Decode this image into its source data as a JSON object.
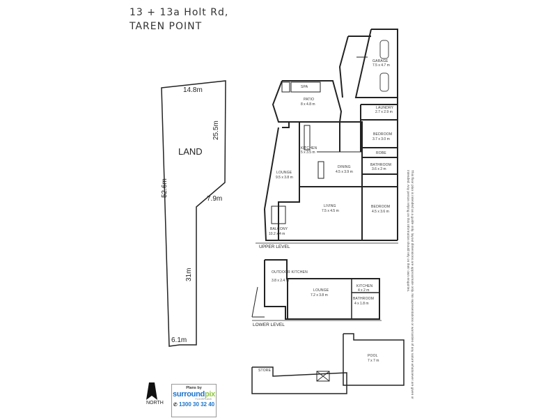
{
  "header": {
    "address_line1": "13 + 13a Holt Rd,",
    "address_line2": "TAREN POINT"
  },
  "land": {
    "label": "LAND",
    "dimensions": [
      "14.8m",
      "25.5m",
      "52.6m",
      "7.9m",
      "31m",
      "6.1m"
    ]
  },
  "upper_level": {
    "label": "UPPER LEVEL",
    "rooms": [
      {
        "name": "GARAGE",
        "size": "7.5 x 4.7 m"
      },
      {
        "name": "SPA",
        "size": ""
      },
      {
        "name": "PATIO",
        "size": "8 x 4.8 m"
      },
      {
        "name": "LAUNDRY",
        "size": "2.7 x 2.9 m"
      },
      {
        "name": "BEDROOM",
        "size": "3.7 x 3.0 m"
      },
      {
        "name": "ROBE",
        "size": ""
      },
      {
        "name": "KITCHEN",
        "size": "5 x 3.5 m"
      },
      {
        "name": "BATHROOM",
        "size": "3.6 x 2 m"
      },
      {
        "name": "DINING",
        "size": "4.5 x 3.9 m"
      },
      {
        "name": "LOUNGE",
        "size": "9.5 x 3.8 m"
      },
      {
        "name": "LIVING",
        "size": "7.5 x 4.5 m"
      },
      {
        "name": "BEDROOM",
        "size": "4.5 x 3.6 m"
      },
      {
        "name": "BALCONY",
        "size": "10.2 x 4 m"
      }
    ]
  },
  "lower_level": {
    "label": "LOWER LEVEL",
    "rooms": [
      {
        "name": "OUTDOOR KITCHEN",
        "size": "3.8 x 2.4 m"
      },
      {
        "name": "LOUNGE",
        "size": "7.2 x 3.8 m"
      },
      {
        "name": "KITCHEN",
        "size": "4 x 2 m"
      },
      {
        "name": "BATHROOM",
        "size": "4 x 1.8 m"
      }
    ]
  },
  "pool": {
    "name": "POOL",
    "size": "7 x 7 m"
  },
  "store": {
    "name": "STORE"
  },
  "north_label": "NORTH",
  "brand": {
    "plans_by": "Plans by",
    "name_a": "surround",
    "name_b": "pix",
    "sub": "FLOORPLANS",
    "phone": "1300 30 32 40"
  },
  "disclaimer": "This floor plan is intended as a guide only. layout dimensions are approximate only. No representations or warranties of any nature whatsoever are given or intended. Any person relying on this information should rely on their own enquiries.",
  "colors": {
    "wall": "#222222",
    "land_outline": "#222222",
    "brand_blue": "#1a73c9",
    "brand_green": "#8ec63f"
  }
}
